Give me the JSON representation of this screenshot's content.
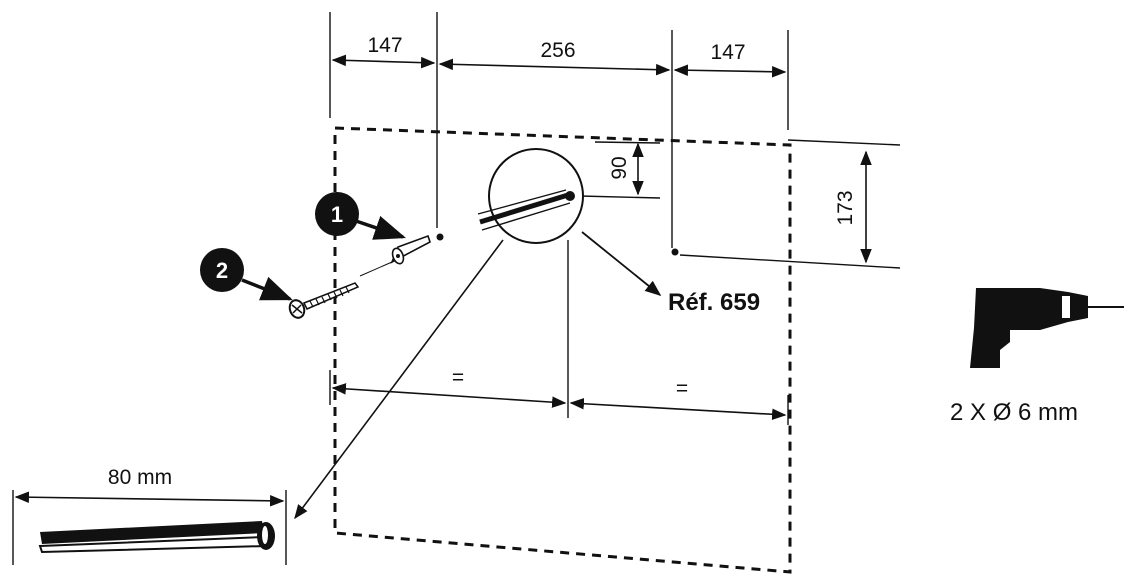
{
  "dimensions": {
    "left_spacing": "147",
    "center_spacing": "256",
    "right_spacing": "147",
    "cable_offset": "90",
    "right_height": "173",
    "equal_left": "=",
    "equal_right": "=",
    "cable_length": "80 mm"
  },
  "labels": {
    "reference": "Réf. 659",
    "drill_spec": "2 X Ø 6 mm"
  },
  "steps": [
    {
      "number": "1",
      "label": "wall plug"
    },
    {
      "number": "2",
      "label": "screw"
    }
  ]
}
